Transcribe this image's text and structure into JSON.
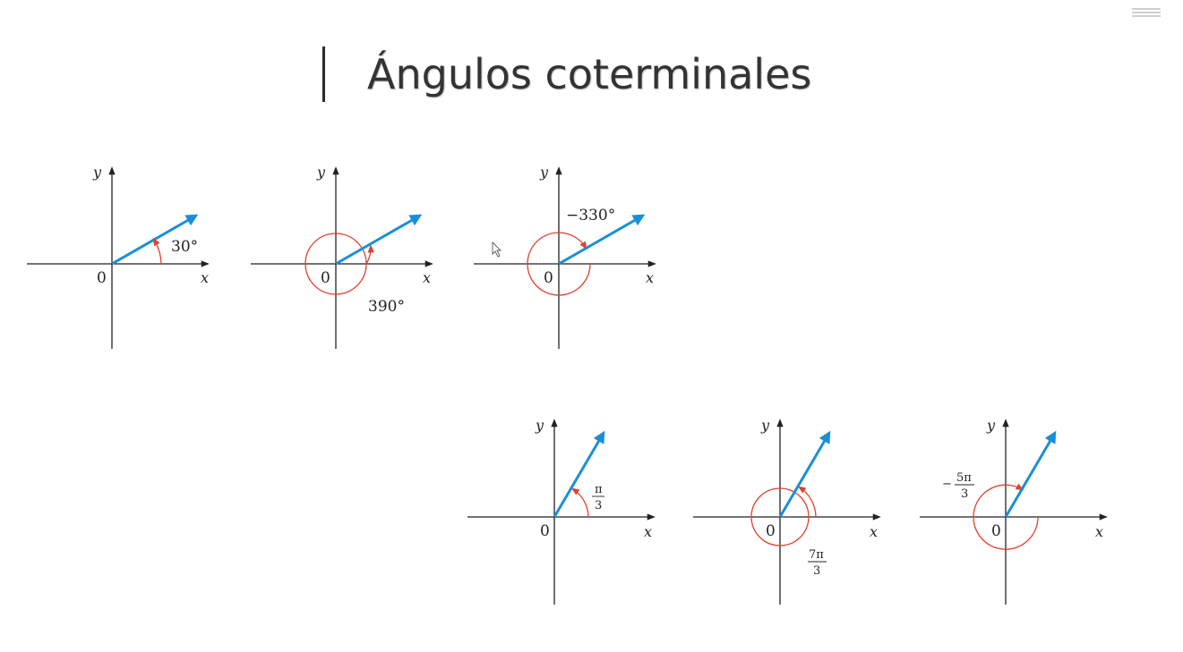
{
  "title": "Ángulos coterminales",
  "colors": {
    "vector": "#1a8fd8",
    "arc": "#e0412e",
    "axis": "#222222"
  },
  "icons": {
    "menu": "menu-icon",
    "cursor": "cursor-icon"
  },
  "axis_labels": {
    "x": "x",
    "y": "y",
    "origin": "0"
  },
  "row1": [
    {
      "label": "30°",
      "angle_deg": 30
    },
    {
      "label": "390°",
      "angle_deg": 390
    },
    {
      "label": "−330°",
      "angle_deg": -330
    }
  ],
  "row2": [
    {
      "numerator": "π",
      "denominator": "3",
      "sign": "",
      "angle_deg": 60
    },
    {
      "numerator": "7π",
      "denominator": "3",
      "sign": "",
      "angle_deg": 420
    },
    {
      "numerator": "5π",
      "denominator": "3",
      "sign": "−",
      "angle_deg": -300
    }
  ]
}
